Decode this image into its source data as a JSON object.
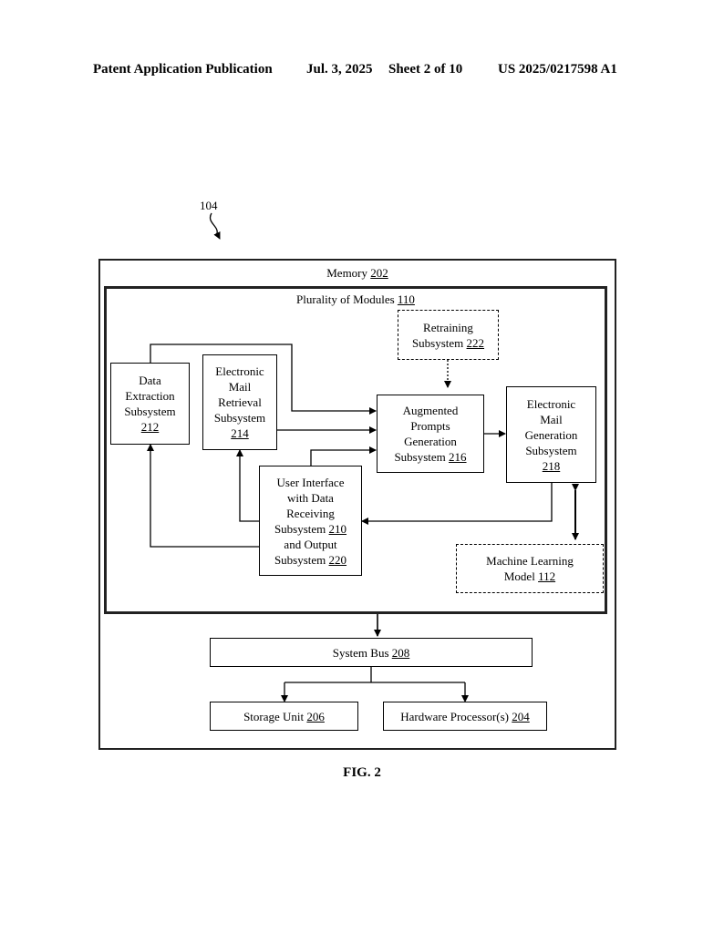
{
  "header": {
    "pub": "Patent Application Publication",
    "date": "Jul. 3, 2025",
    "sheet": "Sheet 2 of 10",
    "number": "US 2025/0217598 A1"
  },
  "ref_104": "104",
  "memory": {
    "label": "Memory",
    "ref": "202"
  },
  "modules": {
    "label": "Plurality of Modules",
    "ref": "110"
  },
  "retraining": {
    "label": "Retraining\nSubsystem",
    "ref": "222"
  },
  "data_extraction": {
    "label": "Data\nExtraction\nSubsystem",
    "ref": "212"
  },
  "email_retrieval": {
    "label": "Electronic\nMail\nRetrieval\nSubsystem",
    "ref": "214"
  },
  "augmented": {
    "label": "Augmented\nPrompts\nGeneration\nSubsystem",
    "ref": "216"
  },
  "email_generation": {
    "label": "Electronic\nMail\nGeneration\nSubsystem",
    "ref": "218"
  },
  "user_interface": {
    "label1": "User Interface\nwith Data\nReceiving\nSubsystem",
    "ref1": "210",
    "label2": "and Output\nSubsystem",
    "ref2": "220"
  },
  "ml_model": {
    "label": "Machine Learning\nModel",
    "ref": "112"
  },
  "system_bus": {
    "label": "System Bus",
    "ref": "208"
  },
  "storage": {
    "label": "Storage Unit",
    "ref": "206"
  },
  "processor": {
    "label": "Hardware Processor(s)",
    "ref": "204"
  },
  "figure_label": "FIG. 2"
}
